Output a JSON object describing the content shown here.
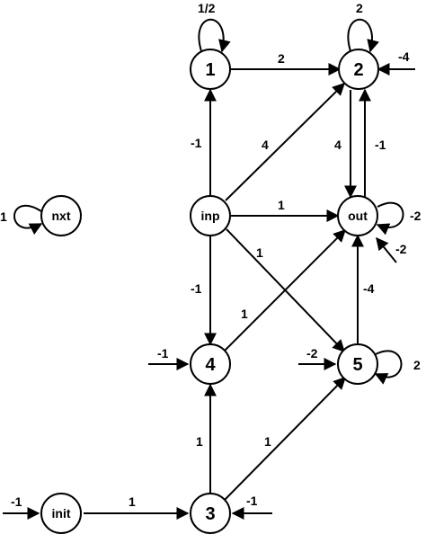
{
  "nodes": {
    "n1": {
      "label": "1"
    },
    "n2": {
      "label": "2"
    },
    "n3": {
      "label": "3"
    },
    "n4": {
      "label": "4"
    },
    "n5": {
      "label": "5"
    },
    "nxt": {
      "label": "nxt"
    },
    "inp": {
      "label": "inp"
    },
    "out": {
      "label": "out"
    },
    "init": {
      "label": "init"
    }
  },
  "edges": {
    "n1_self": "1/2",
    "n2_self": "2",
    "n2_in": "-4",
    "n1_n2": "2",
    "inp_n1": "-1",
    "inp_n2": "4",
    "n2_out": "4",
    "out_n2": "-1",
    "nxt_self": "1",
    "inp_out": "1",
    "out_self": "-2",
    "out_in": "-2",
    "inp_n5": "1",
    "inp_n4": "-1",
    "n5_out": "-4",
    "n4_out": "1",
    "n4_in": "-1",
    "n5_in": "-2",
    "n5_self": "2",
    "n3_n4": "1",
    "n3_n5": "1",
    "init_in": "-1",
    "init_n3": "1",
    "n3_in": "-1"
  }
}
